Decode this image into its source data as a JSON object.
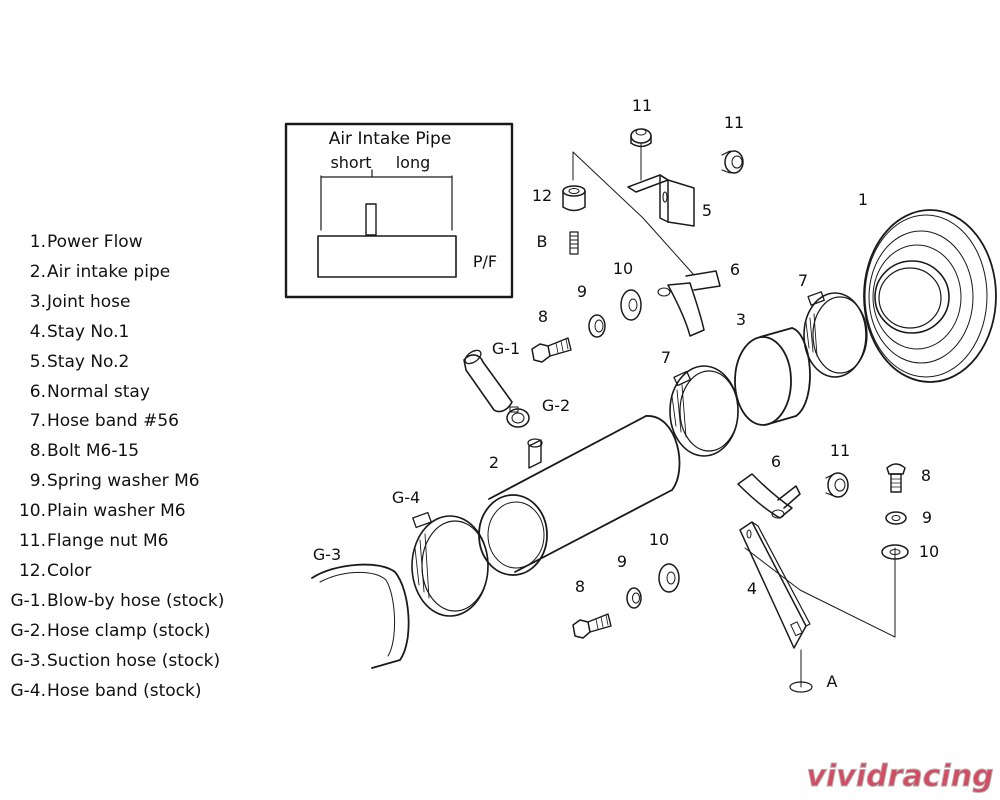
{
  "legend": [
    {
      "num": "1.",
      "text": "Power Flow"
    },
    {
      "num": "2.",
      "text": "Air intake pipe"
    },
    {
      "num": "3.",
      "text": "Joint hose"
    },
    {
      "num": "4.",
      "text": "Stay No.1"
    },
    {
      "num": "5.",
      "text": "Stay No.2"
    },
    {
      "num": "6.",
      "text": "Normal stay"
    },
    {
      "num": "7.",
      "text": "Hose band #56"
    },
    {
      "num": "8.",
      "text": "Bolt M6-15"
    },
    {
      "num": "9.",
      "text": "Spring washer M6"
    },
    {
      "num": "10.",
      "text": "Plain  washer M6"
    },
    {
      "num": "11.",
      "text": "Flange nut M6"
    },
    {
      "num": "12.",
      "text": "Color"
    },
    {
      "num": "G-1.",
      "text": "Blow-by hose (stock)"
    },
    {
      "num": "G-2.",
      "text": "Hose clamp (stock)"
    },
    {
      "num": "G-3.",
      "text": "Suction hose (stock)"
    },
    {
      "num": "G-4.",
      "text": "Hose band (stock)"
    }
  ],
  "inset": {
    "title": "Air Intake Pipe",
    "short_label": "short",
    "long_label": "long",
    "pf_label": "P/F"
  },
  "callouts": {
    "c1": "1",
    "c2": "2",
    "c3": "3",
    "c4": "4",
    "c5": "5",
    "c6a": "6",
    "c6b": "6",
    "c7a": "7",
    "c7b": "7",
    "c8a": "8",
    "c8b": "8",
    "c8c": "8",
    "c9a": "9",
    "c9b": "9",
    "c9c": "9",
    "c10a": "10",
    "c10b": "10",
    "c10c": "10",
    "c11a": "11",
    "c11b": "11",
    "c11c": "11",
    "c12": "12",
    "g1": "G-1",
    "g2": "G-2",
    "g3": "G-3",
    "g4": "G-4",
    "ref_a": "A",
    "ref_b": "B"
  },
  "logo": {
    "text": "vividracing"
  },
  "colors": {
    "line": "#1a1a1a",
    "logo_red": "#c8102e",
    "logo_grey": "#9a9a9a"
  }
}
